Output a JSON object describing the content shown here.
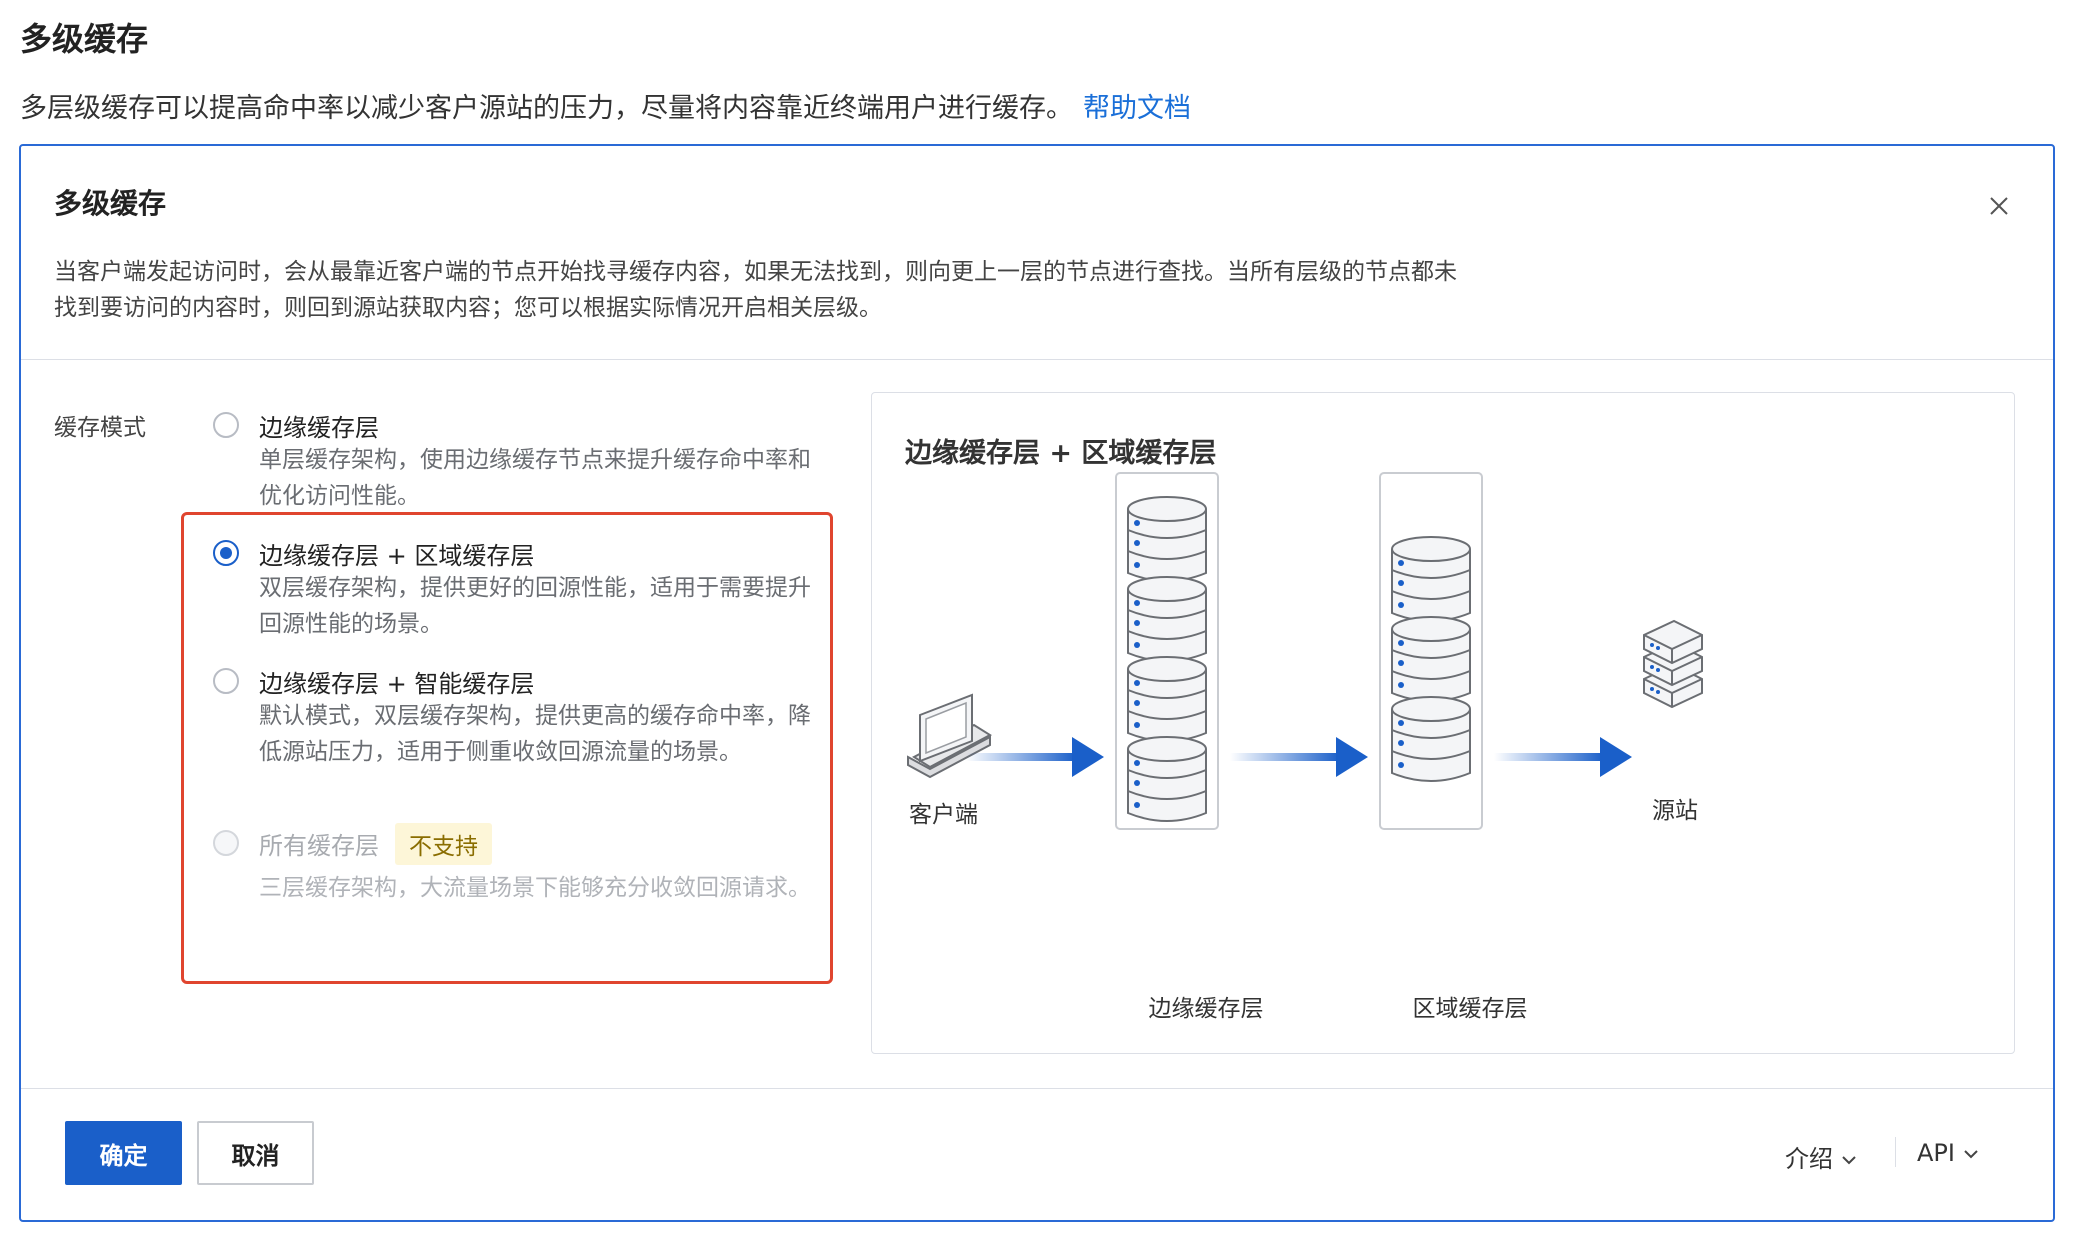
{
  "page": {
    "title": "多级缓存",
    "description": "多层级缓存可以提高命中率以减少客户源站的压力，尽量将内容靠近终端用户进行缓存。",
    "help_link": "帮助文档"
  },
  "panel": {
    "title": "多级缓存",
    "intro_line1": "当客户端发起访问时，会从最靠近客户端的节点开始找寻缓存内容，如果无法找到，则向更上一层的节点进行查找。当所有层级的节点都未",
    "intro_line2": "找到要访问的内容时，则回到源站获取内容；您可以根据实际情况开启相关层级。",
    "close_icon": "close-icon"
  },
  "mode": {
    "label": "缓存模式",
    "options": [
      {
        "title": "边缘缓存层",
        "desc": "单层缓存架构，使用边缘缓存节点来提升缓存命中率和优化访问性能。",
        "checked": false,
        "disabled": false
      },
      {
        "title": "边缘缓存层 + 区域缓存层",
        "desc": "双层缓存架构，提供更好的回源性能，适用于需要提升回源性能的场景。",
        "checked": true,
        "disabled": false
      },
      {
        "title": "边缘缓存层 + 智能缓存层",
        "desc": "默认模式，双层缓存架构，提供更高的缓存命中率，降低源站压力，适用于侧重收敛回源流量的场景。",
        "checked": false,
        "disabled": false
      },
      {
        "title": "所有缓存层",
        "badge": "不支持",
        "desc": "三层缓存架构，大流量场景下能够充分收敛回源请求。",
        "checked": false,
        "disabled": true
      }
    ]
  },
  "diagram": {
    "title": "边缘缓存层 + 区域缓存层",
    "client_label": "客户端",
    "edge_label": "边缘缓存层",
    "region_label": "区域缓存层",
    "origin_label": "源站",
    "arrow_color": "#1a5fc9",
    "db_dot_color": "#1a5fc9"
  },
  "footer": {
    "confirm": "确定",
    "cancel": "取消",
    "intro": "介绍",
    "api": "API"
  },
  "colors": {
    "accent": "#1a5fc9",
    "highlight_border": "#e0452f",
    "badge_bg": "#fdf6d8"
  }
}
